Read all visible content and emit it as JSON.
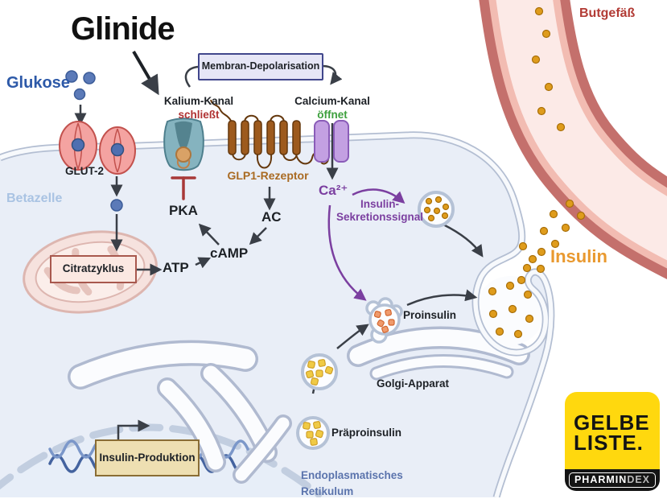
{
  "title": "Glinide",
  "blood_vessel": {
    "label": "Butgefäß"
  },
  "insulin_label": "Insulin",
  "cell_label": "Betazelle",
  "membrane": {
    "glucose": "Glukose",
    "glut2": "GLUT-2",
    "potassium_channel": "Kalium-Kanal",
    "potassium_state": "schließt",
    "depolarisation": "Membran-Depolarisation",
    "calcium_channel": "Calcium-Kanal",
    "calcium_state": "öffnet",
    "glp1_receptor": "GLP1-Rezeptor"
  },
  "signaling": {
    "pka": "PKA",
    "ac": "AC",
    "camp": "cAMP",
    "atp": "ATP",
    "citratzyklus": "Citratzyklus",
    "calcium_ion": "Ca²⁺",
    "secretion_signal": "Insulin-Sekretionssignal"
  },
  "secretion": {
    "proinsulin": "Proinsulin",
    "golgi": "Golgi-Apparat",
    "praeproinsulin": "Präproinsulin",
    "endoplasmic_reticulum": "Endoplasmatisches Retikulum",
    "insulin_production": "Insulin-Produktion"
  },
  "logo": {
    "title_line1": "GELBE",
    "title_line2": "LISTE.",
    "subtitle_part1": "PHARMIN",
    "subtitle_part2": "DEX"
  },
  "colors": {
    "glucose_blue": "#2d59a8",
    "closed_red": "#b03232",
    "open_green": "#3da03d",
    "signal_purple": "#7b3fa0",
    "insulin_orange": "#e9992f",
    "receptor_brown": "#a96a22",
    "vessel_red": "#b23b35",
    "logo_yellow": "#ffd80e",
    "cell_fill": "#e9eef7"
  }
}
